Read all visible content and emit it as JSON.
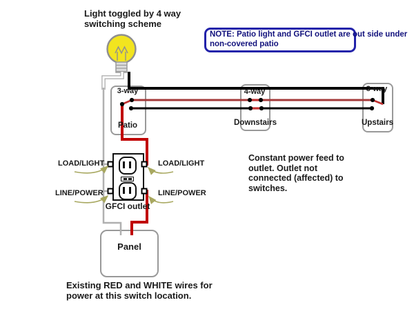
{
  "diagram_title": {
    "line1": "Light toggled by 4 way",
    "line2": "switching scheme"
  },
  "note_box": {
    "line1": "NOTE: Patio light and GFCI outlet are out side",
    "line2": "under non-covered patio"
  },
  "switch_boxes": [
    {
      "type": "3-way",
      "location": "Patio"
    },
    {
      "type": "4-way",
      "location": "Downstairs"
    },
    {
      "type": "3-way",
      "location": "Upstairs"
    }
  ],
  "gfci": {
    "caption": "GFCI outlet",
    "labels": {
      "load_left": "LOAD/LIGHT",
      "load_right": "LOAD/LIGHT",
      "line_left": "LINE/POWER",
      "line_right": "LINE/POWER"
    }
  },
  "panel": {
    "label": "Panel"
  },
  "annotations": {
    "constant_power": {
      "line1": "Constant power feed to",
      "line2": "outlet. Outlet not",
      "line3": "connected (affected) to",
      "line4": "switches."
    },
    "existing_wires": {
      "line1": "Existing RED and WHITE wires for",
      "line2": "power at this switch location."
    }
  },
  "colors": {
    "hot_wire_red": "#C00000",
    "traveler_red": "#A43A3A",
    "switch_blade_red": "#C03030",
    "wire_black": "#000000",
    "neutral_wire_gray": "#B0B0B0",
    "box_border_gray": "#999999",
    "note_border_blue": "#2222AA",
    "note_text_navy": "#12127D",
    "bulb_yellow": "#F2E41F",
    "arrow_olive": "#A8A860",
    "text_black": "#1A1A1A"
  }
}
